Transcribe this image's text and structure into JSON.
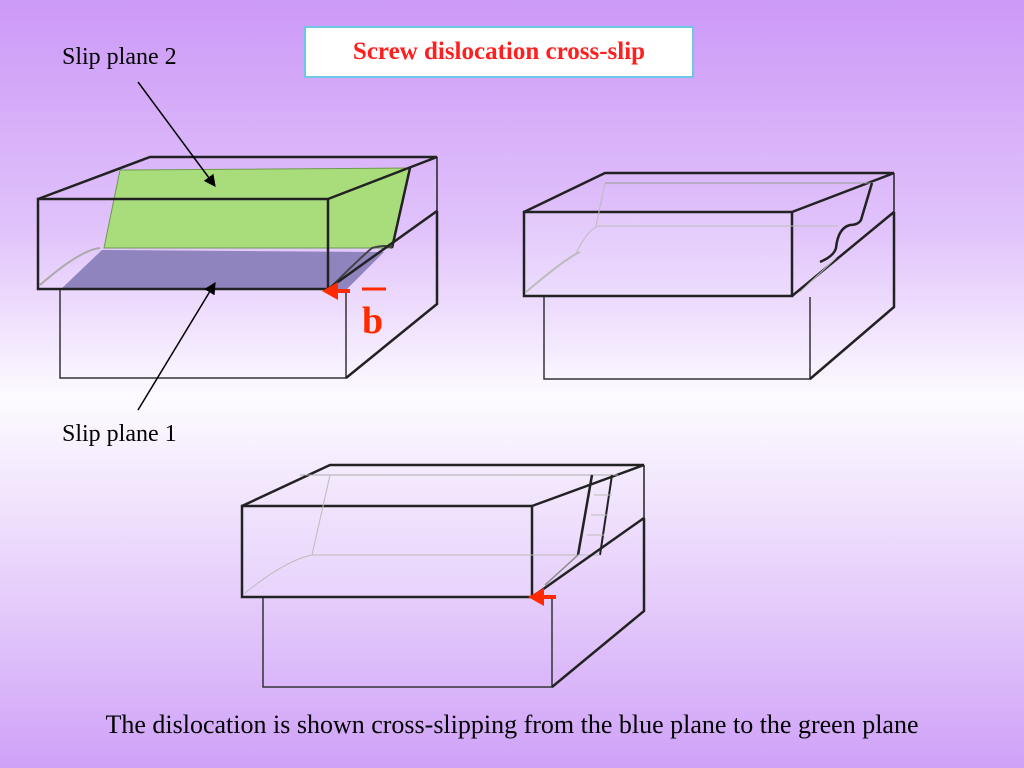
{
  "title": "Screw dislocation cross-slip",
  "labels": {
    "slip_plane_2": "Slip plane 2",
    "slip_plane_1": "Slip plane 1",
    "burgers_vector": "b"
  },
  "caption": "The dislocation is shown cross-slipping from the blue plane to the green plane",
  "colors": {
    "title_text": "#ff1f1f",
    "title_border": "#6ec6e8",
    "green_plane": "#a9dd7c",
    "blue_plane": "#8a7fba",
    "arrow": "#ff2a00"
  }
}
